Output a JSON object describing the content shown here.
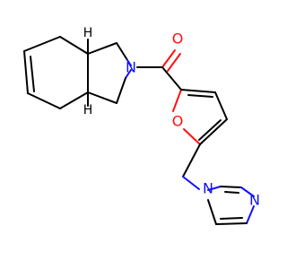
{
  "molecule": {
    "atoms": {
      "oxygen_carbonyl": "O",
      "oxygen_furan": "O",
      "nitrogen_isoindoline": "N",
      "nitrogen_imidazole_left": "N",
      "nitrogen_imidazole_right": "N",
      "hydrogen_top": "H",
      "hydrogen_bottom": "H"
    },
    "colors": {
      "carbon": "#000000",
      "nitrogen": "#1010ff",
      "oxygen": "#ff1010"
    }
  }
}
